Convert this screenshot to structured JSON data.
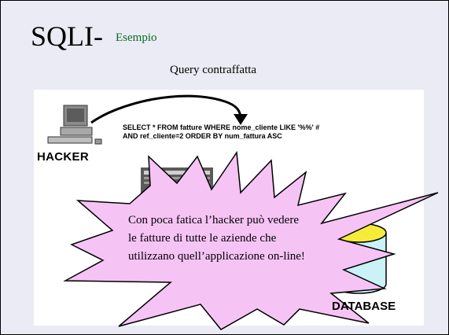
{
  "slide": {
    "title": "SQLI-",
    "title_suffix": "Esempio",
    "subtitle": "Query contraffatta"
  },
  "diagram": {
    "hacker_label": "HACKER",
    "sql_line1": "SELECT * FROM fatture WHERE nome_cliente LIKE '%%' #",
    "sql_line2": "AND ref_cliente=2 ORDER BY num_fattura ASC",
    "database_label": "DATABASE"
  },
  "callout": {
    "line1": "Con poca fatica l’hacker può vedere",
    "line2": "le fatture di tutte le aziende che",
    "line3": "utilizzano quell’applicazione on-line!"
  },
  "colors": {
    "slide_background": "#eaebf4",
    "title_suffix": "#0b6b24",
    "callout_fill": "#f5c4f5",
    "database_fill": "#c9f3f6",
    "database_top": "#f4ec39"
  }
}
